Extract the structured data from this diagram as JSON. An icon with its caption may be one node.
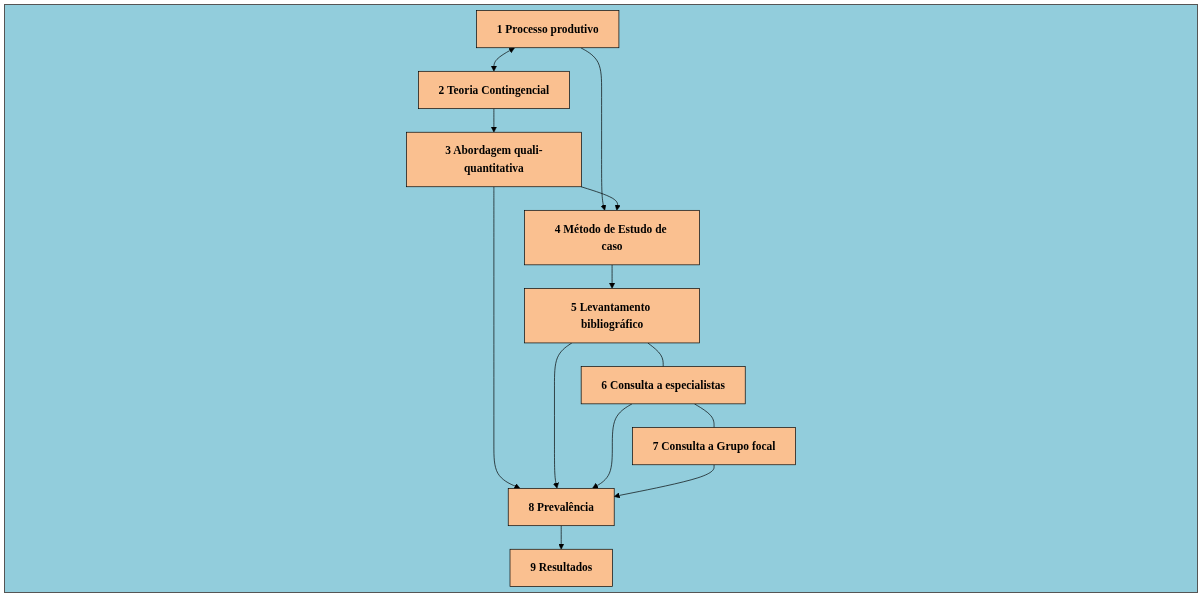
{
  "diagram": {
    "nodes": [
      {
        "text": [
          "1 Processo produtivo"
        ]
      },
      {
        "text": [
          "2 Teoria Contingencial"
        ]
      },
      {
        "text": [
          "3 Abordagem quali-quantitativa"
        ]
      },
      {
        "text": [
          "4 Método de Estudo de caso"
        ]
      },
      {
        "text": [
          "5 Levantamento bibliográfico"
        ]
      },
      {
        "text": [
          "6 Consulta a especialistas"
        ]
      },
      {
        "text": [
          "7 Consulta a Grupo focal"
        ]
      },
      {
        "text": [
          "8 Prevalência"
        ]
      },
      {
        "text": [
          "9 Resultados"
        ]
      }
    ],
    "edges": [
      {
        "from": 0,
        "to": 1,
        "arrow": "both"
      },
      {
        "from": 0,
        "to": 3,
        "arrow": "to"
      },
      {
        "from": 1,
        "to": 2,
        "arrow": "to"
      },
      {
        "from": 2,
        "to": 3,
        "arrow": "to"
      },
      {
        "from": 3,
        "to": 4,
        "arrow": "to"
      },
      {
        "from": 4,
        "to": 5,
        "arrow": "none"
      },
      {
        "from": 5,
        "to": 6,
        "arrow": "none"
      },
      {
        "from": 2,
        "to": 7,
        "arrow": "to"
      },
      {
        "from": 4,
        "to": 7,
        "arrow": "to"
      },
      {
        "from": 5,
        "to": 7,
        "arrow": "to"
      },
      {
        "from": 6,
        "to": 7,
        "arrow": "to"
      },
      {
        "from": 7,
        "to": 8,
        "arrow": "to"
      }
    ]
  }
}
